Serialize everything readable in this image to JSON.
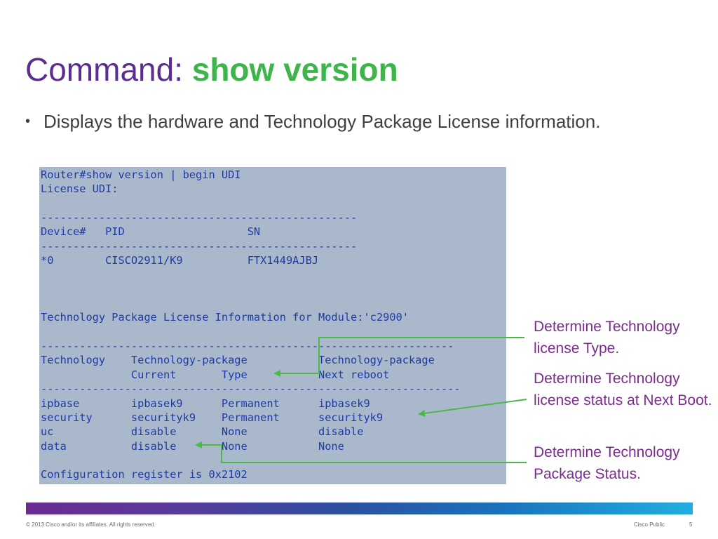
{
  "slide": {
    "title_prefix": "Command: ",
    "title_command": "show version",
    "bullet_symbol": "•",
    "bullet_text": "Displays the hardware and Technology Package License information."
  },
  "terminal": {
    "lines": [
      "Router#show version | begin UDI",
      "License UDI:",
      "",
      "-------------------------------------------------",
      "Device#   PID                   SN",
      "-------------------------------------------------",
      "*0        CISCO2911/K9          FTX1449AJBJ",
      "",
      "",
      "",
      "Technology Package License Information for Module:'c2900'",
      "",
      "----------------------------------------------------------------",
      "Technology    Technology-package           Technology-package",
      "              Current       Type           Next reboot",
      "-----------------------------------------------------------------",
      "ipbase        ipbasek9      Permanent      ipbasek9",
      "security      securityk9    Permanent      securityk9",
      "uc            disable       None           disable",
      "data          disable       None           None",
      "",
      "Configuration register is 0x2102"
    ]
  },
  "callouts": {
    "license_type": "Determine Technology license Type.",
    "next_boot": "Determine Technology license status at Next Boot.",
    "package_status": "Determine Technology Package Status."
  },
  "colors": {
    "title": "#5b2d8e",
    "command": "#3db54a",
    "terminal_bg": "#a9b9cb",
    "terminal_text": "#1f3aa6",
    "callout_text": "#7b2c8c",
    "arrow": "#4cb848"
  },
  "footer": {
    "copyright": "© 2013 Cisco and/or its affiliates. All rights reserved.",
    "classification": "Cisco Public",
    "page_number": "5"
  }
}
